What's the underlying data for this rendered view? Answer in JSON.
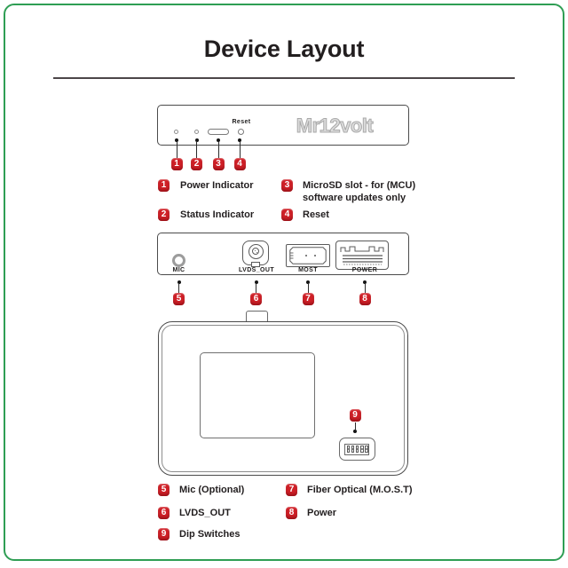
{
  "colors": {
    "frame_green": "#2f9e54",
    "badge_red": "#cf2027",
    "ink": "#262223"
  },
  "title": "Device Layout",
  "front_view": {
    "logo": "Mr12volt",
    "reset_label": "Reset",
    "callouts": [
      "1",
      "2",
      "3",
      "4"
    ]
  },
  "rear_view": {
    "port_labels": [
      "MIC",
      "LVDS_OUT",
      "MOST",
      "POWER"
    ],
    "callouts": [
      "5",
      "6",
      "7",
      "8"
    ]
  },
  "top_view": {
    "callouts": [
      "9"
    ]
  },
  "legend_top": {
    "items": [
      {
        "num": "1",
        "label": "Power Indicator"
      },
      {
        "num": "2",
        "label": "Status Indicator"
      },
      {
        "num": "3",
        "label": "MicroSD slot - for (MCU)\nsoftware updates only"
      },
      {
        "num": "4",
        "label": "Reset"
      }
    ]
  },
  "legend_bottom": {
    "items": [
      {
        "num": "5",
        "label": "Mic (Optional)"
      },
      {
        "num": "6",
        "label": "LVDS_OUT"
      },
      {
        "num": "7",
        "label": "Fiber Optical (M.O.S.T)"
      },
      {
        "num": "8",
        "label": "Power"
      },
      {
        "num": "9",
        "label": "Dip Switches"
      }
    ]
  }
}
